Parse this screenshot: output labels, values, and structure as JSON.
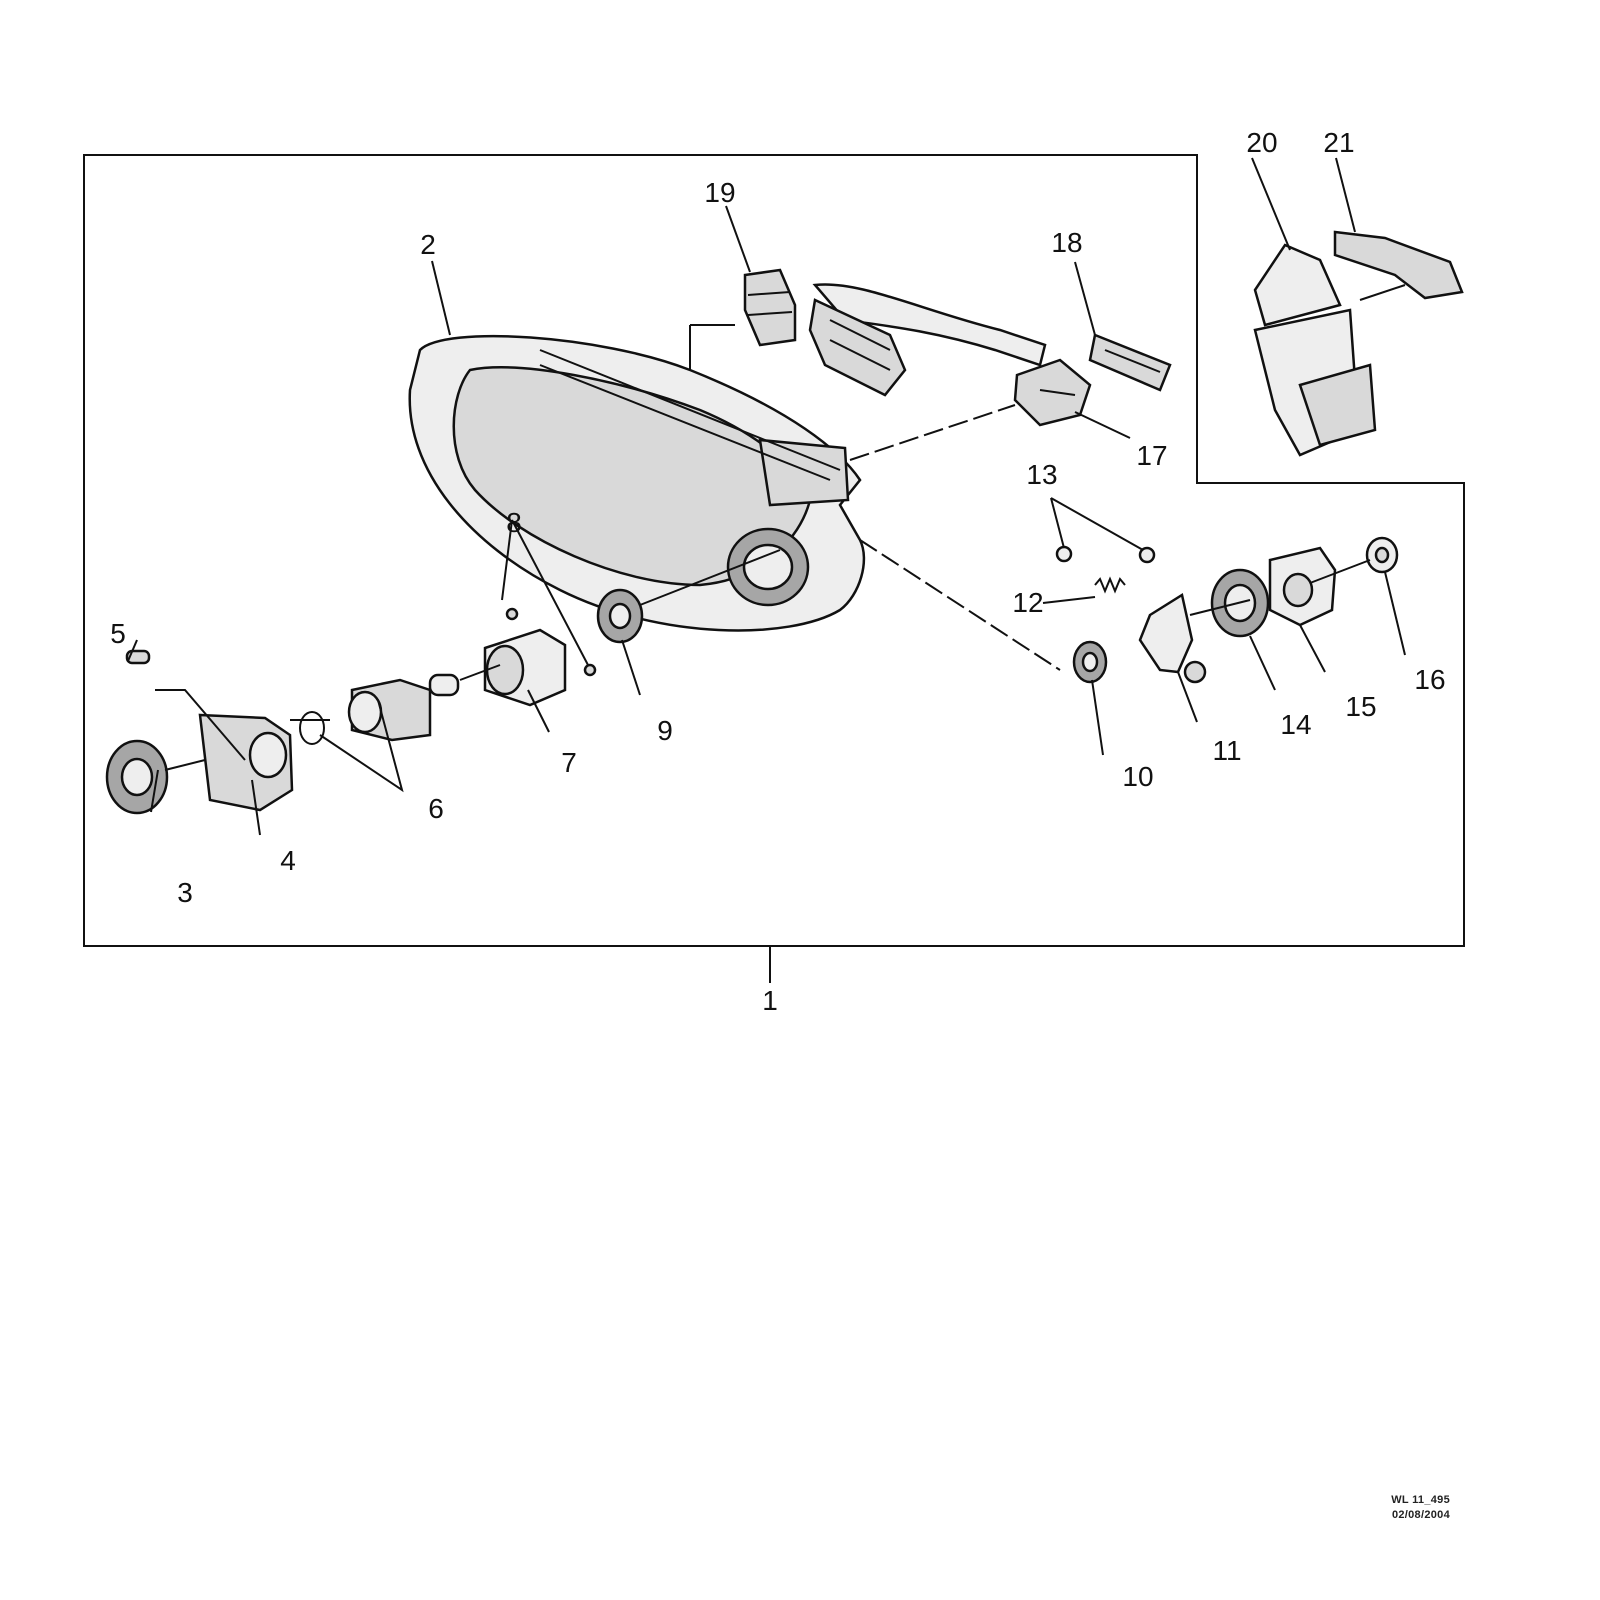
{
  "diagram": {
    "callouts": {
      "c1": "1",
      "c2": "2",
      "c3": "3",
      "c4": "4",
      "c5": "5",
      "c6": "6",
      "c7": "7",
      "c8": "8",
      "c9": "9",
      "c10": "10",
      "c11": "11",
      "c12": "12",
      "c13": "13",
      "c14": "14",
      "c15": "15",
      "c16": "16",
      "c17": "17",
      "c18": "18",
      "c19": "19",
      "c20": "20",
      "c21": "21"
    },
    "reference_code": "WL 11_495",
    "reference_date": "02/08/2004"
  }
}
